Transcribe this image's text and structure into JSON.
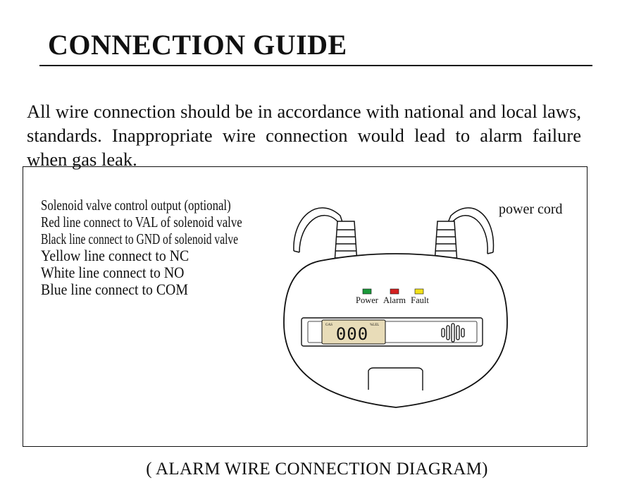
{
  "title": "CONNECTION GUIDE",
  "intro": "All wire connection should be in accordance with national and local laws, standards. Inappropriate wire connection would lead to alarm failure when gas leak.",
  "wires": [
    "Solenoid valve control output (optional)",
    "Red line connect to VAL of solenoid valve",
    "Black line connect to GND of solenoid valve",
    "Yellow line connect to NC",
    "White line connect to NO",
    "Blue line connect to COM"
  ],
  "power_cord_label": "power cord",
  "device": {
    "indicators": [
      {
        "label": "Power",
        "color": "#1a9a3a"
      },
      {
        "label": "Alarm",
        "color": "#d42020"
      },
      {
        "label": "Fault",
        "color": "#f2e21a"
      }
    ],
    "display_value": "000",
    "display_gas_label": "GAS",
    "display_unit": "%LEL",
    "display_color": "#e8dcb8"
  },
  "caption": "( ALARM WIRE CONNECTION DIAGRAM)"
}
